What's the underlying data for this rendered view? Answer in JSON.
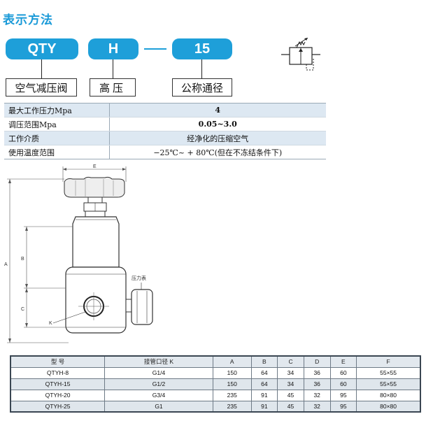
{
  "section_title": "表示方法",
  "code": {
    "parts": [
      "QTY",
      "H",
      "15"
    ],
    "meanings": [
      "空气减压阀",
      "高压",
      "公称通径"
    ]
  },
  "spec_table": [
    {
      "label": "最大工作压力Mpa",
      "value": "4"
    },
    {
      "label": "调压范围Mpa",
      "value": "0.05~3.0"
    },
    {
      "label": "工作介质",
      "value": "经净化的压缩空气"
    },
    {
      "label": "使用温度范围",
      "value": "−25℃~ + 80℃(但在不冻结条件下)"
    }
  ],
  "drawing": {
    "dimension_labels": [
      "E",
      "A",
      "B",
      "C",
      "K"
    ],
    "gauge_label": "压力表"
  },
  "dims_table": {
    "headers": [
      "型 号",
      "接管口径 K",
      "A",
      "B",
      "C",
      "D",
      "E",
      "F"
    ],
    "rows": [
      [
        "QTYH-8",
        "G1/4",
        "150",
        "64",
        "34",
        "36",
        "60",
        "55×55"
      ],
      [
        "QTYH-15",
        "G1/2",
        "150",
        "64",
        "34",
        "36",
        "60",
        "55×55"
      ],
      [
        "QTYH-20",
        "G3/4",
        "235",
        "91",
        "45",
        "32",
        "95",
        "80×80"
      ],
      [
        "QTYH-25",
        "G1",
        "235",
        "91",
        "45",
        "32",
        "95",
        "80×80"
      ]
    ]
  },
  "colors": {
    "accent": "#1e9fd9",
    "title": "#1a9ad8",
    "row_shade": "#dde8f2"
  }
}
